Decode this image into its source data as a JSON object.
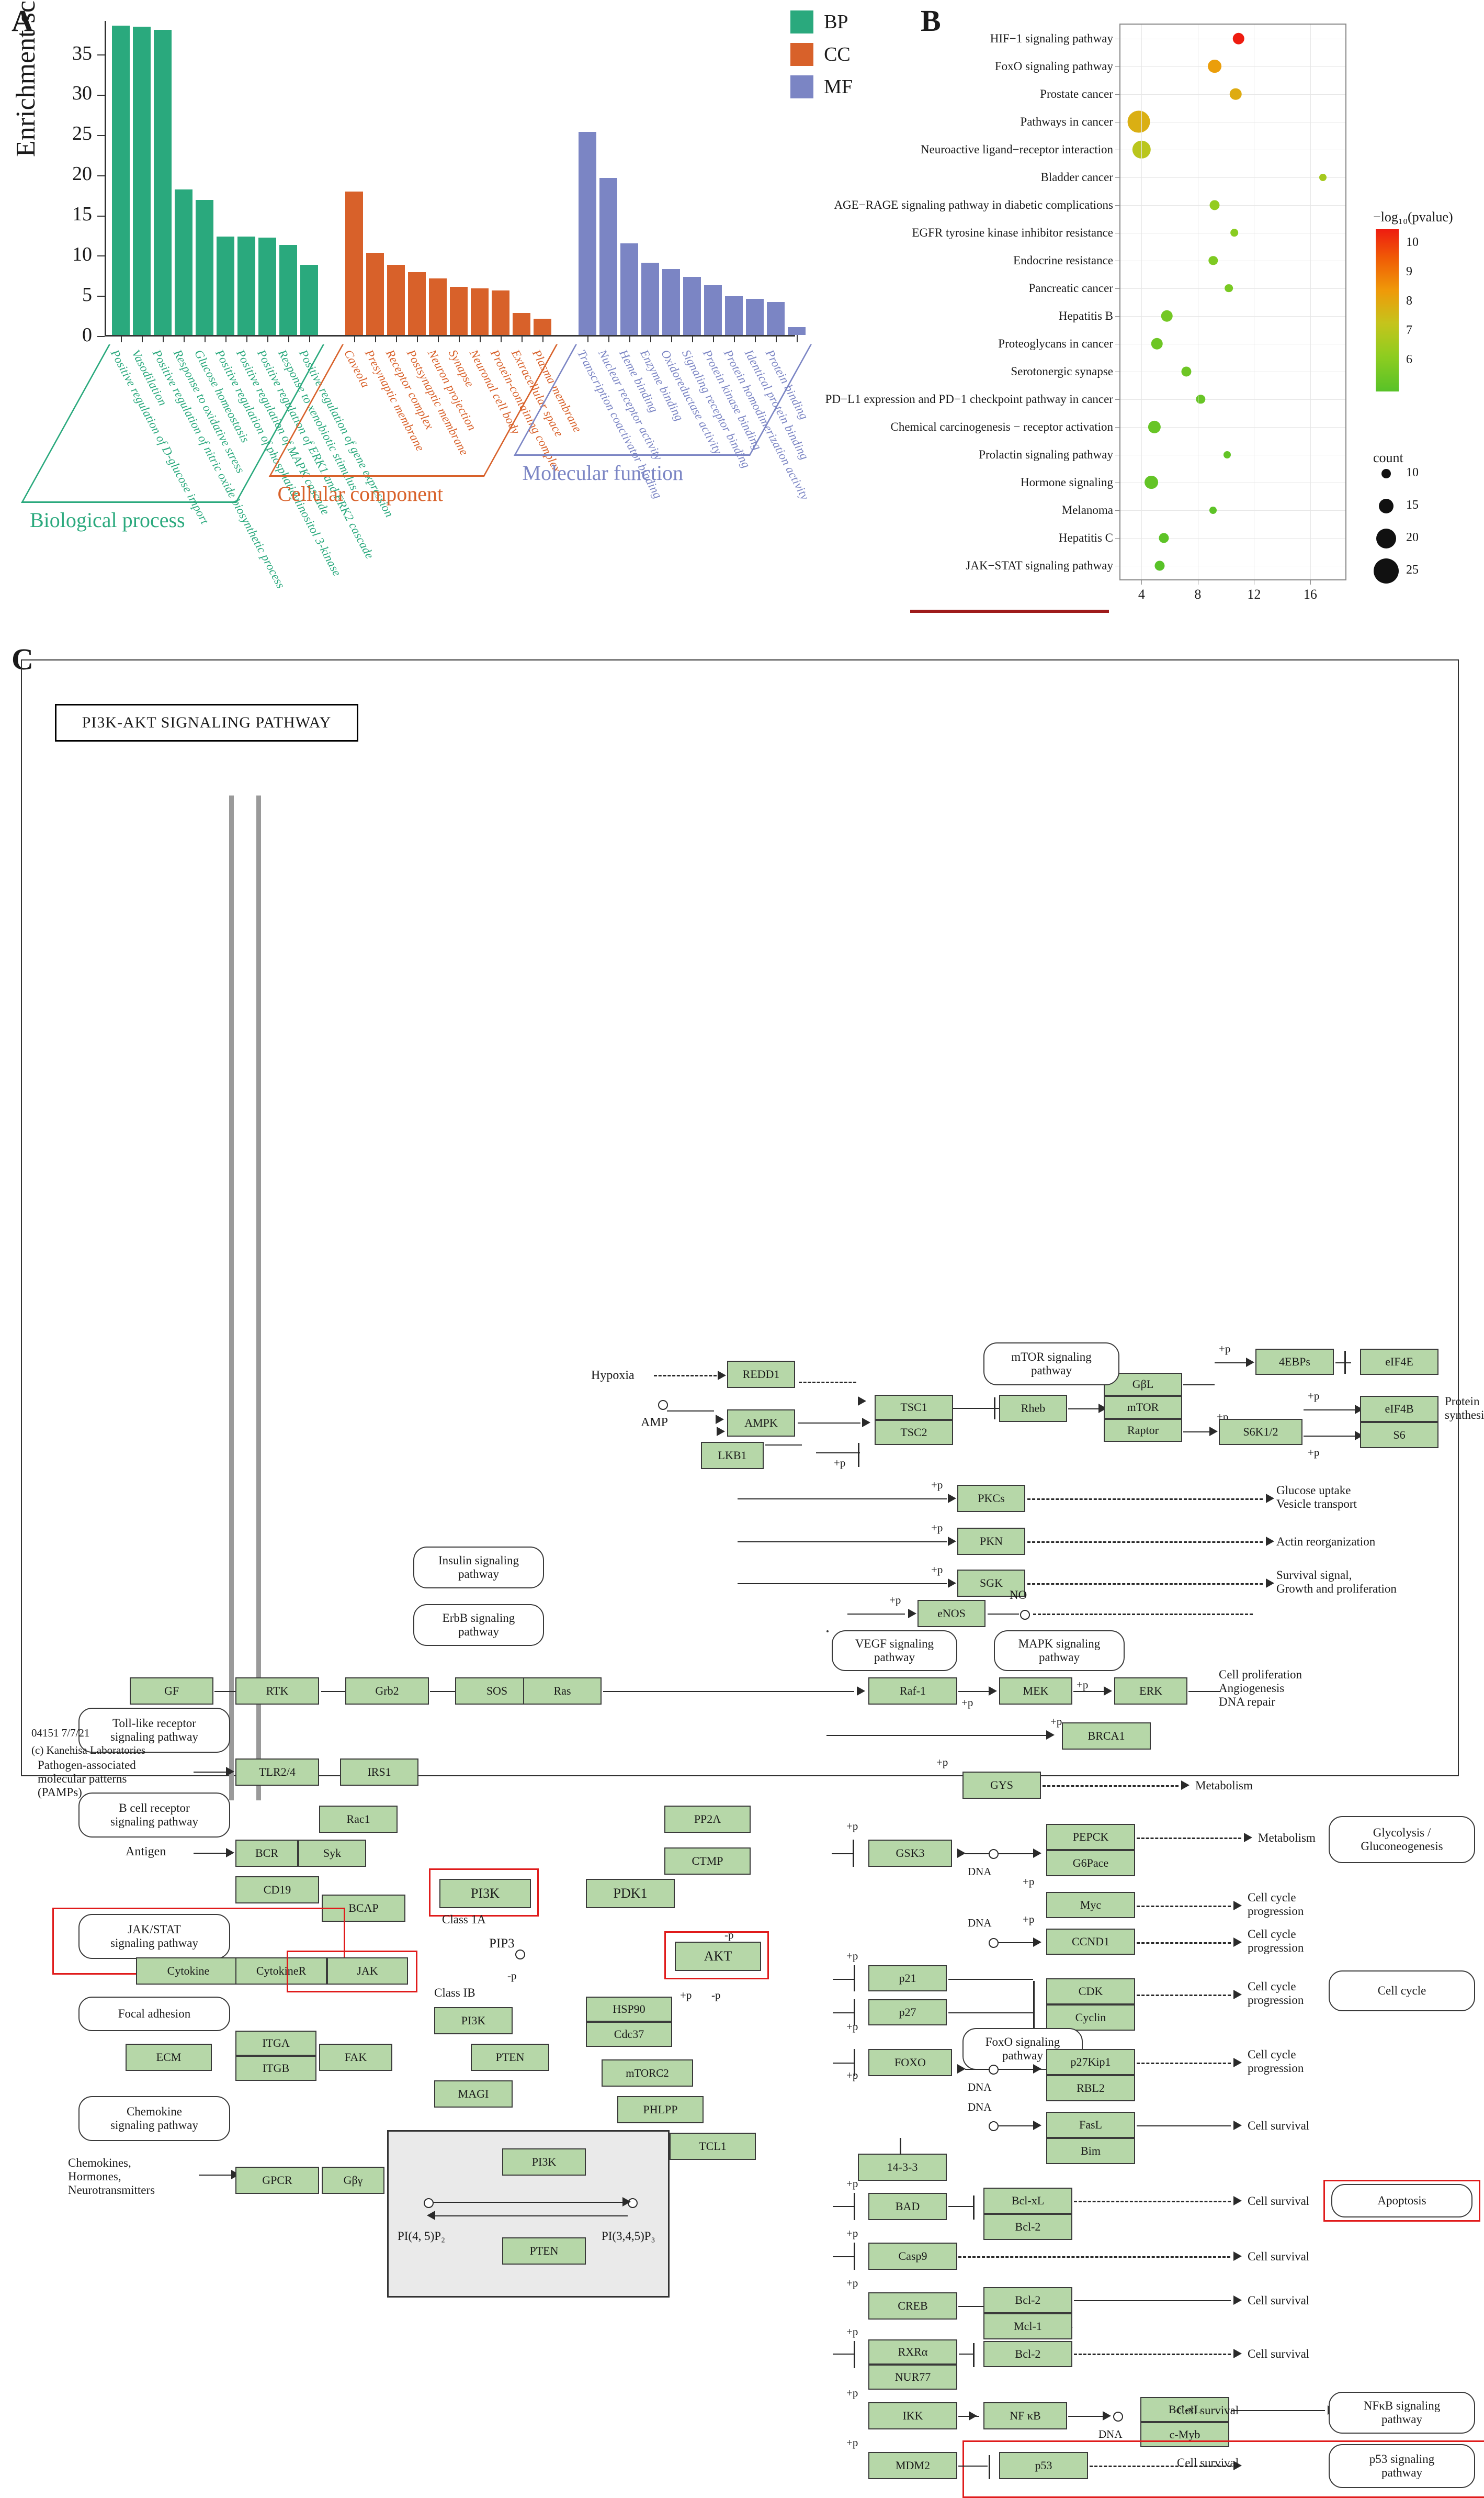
{
  "panels": {
    "a": "A",
    "b": "B",
    "c": "C"
  },
  "panelA": {
    "ylabel": "Enrichment score",
    "yticks": [
      "0",
      "5",
      "10",
      "15",
      "20",
      "25",
      "30",
      "35"
    ],
    "legend": [
      {
        "key": "BP",
        "color": "#2aa97d"
      },
      {
        "key": "CC",
        "color": "#d8612a"
      },
      {
        "key": "MF",
        "color": "#7b85c4"
      }
    ],
    "groups": [
      {
        "name": "Biological process",
        "color": "#2aa97d"
      },
      {
        "name": "Cellular component",
        "color": "#d8612a"
      },
      {
        "name": "Molecular function",
        "color": "#7b85c4"
      }
    ]
  },
  "panelB": {
    "xticks": [
      "4",
      "8",
      "12",
      "16"
    ],
    "colorbar": {
      "title": "−log₁₀(pvalue)",
      "ticks": [
        "10",
        "9",
        "8",
        "7",
        "6"
      ]
    },
    "size_legend": {
      "title": "count",
      "values": [
        "10",
        "15",
        "20",
        "25"
      ]
    }
  },
  "panelC": {
    "title": "PI3K-AKT  SIGNALING  PATHWAY",
    "footer_line1": "04151 7/7/21",
    "footer_line2": "(c) Kanehisa Laboratories",
    "nodes": {
      "hypoxia": "Hypoxia",
      "redd1": "REDD1",
      "amp": "AMP",
      "ampk": "AMPK",
      "lkb1": "LKB1",
      "tsc1": "TSC1",
      "tsc2": "TSC2",
      "rheb": "Rheb",
      "gbl": "GβL",
      "mtor": "mTOR",
      "raptor": "Raptor",
      "mtor_path": "mTOR signaling\npathway",
      "ebp": "4EBPs",
      "eif4e": "eIF4E",
      "s6k": "S6K1/2",
      "eif4b": "eIF4B",
      "s6": "S6",
      "protein_synth": "Protein\nsynthesis",
      "pkcs": "PKCs",
      "pkn": "PKN",
      "sgk": "SGK",
      "enos": "eNOS",
      "no": "NO",
      "glucose_uptake": "Glucose uptake\nVesicle transport",
      "actin": "Actin reorganization",
      "survival_growth": "Survival signal,\nGrowth and proliferation",
      "insulin_path": "Insulin signaling\npathway",
      "erbb_path": "ErbB signaling\npathway",
      "vegf_path": "VEGF signaling\npathway",
      "mapk_path": "MAPK signaling\npathway",
      "gf": "GF",
      "rtk": "RTK",
      "grb2": "Grb2",
      "sos": "SOS",
      "ras": "Ras",
      "raf1": "Raf-1",
      "mek": "MEK",
      "erk": "ERK",
      "brca1": "BRCA1",
      "cell_prolif": "Cell proliferation\nAngiogenesis\nDNA repair",
      "tlr_path": "Toll-like receptor\nsignaling pathway",
      "pamps": "Pathogen-associated\nmolecular patterns\n(PAMPs)",
      "tlr24": "TLR2/4",
      "irs1": "IRS1",
      "rac1": "Rac1",
      "bcell_path": "B cell receptor\nsignaling pathway",
      "antigen": "Antigen",
      "bcr": "BCR",
      "syk": "Syk",
      "cd19": "CD19",
      "bcap": "BCAP",
      "jakstat_path": "JAK/STAT\nsignaling pathway",
      "cytokine": "Cytokine",
      "cytokiner": "CytokineR",
      "jak": "JAK",
      "focal": "Focal adhesion",
      "ecm": "ECM",
      "itga": "ITGA",
      "itgb": "ITGB",
      "fak": "FAK",
      "chemokine_path": "Chemokine\nsignaling pathway",
      "chemokines": "Chemokines,\nHormones,\nNeurotransmitters",
      "gpcr": "GPCR",
      "gbg": "Gβγ",
      "pi3k": "PI3K",
      "class1a": "Class 1A",
      "class1b": "Class IB",
      "pi3k_b": "PI3K",
      "pten_b": "PTEN",
      "magi": "MAGI",
      "pip3": "PIP3",
      "pdk1": "PDK1",
      "pp2a": "PP2A",
      "ctmp": "CTMP",
      "akt": "AKT",
      "hsp90": "HSP90",
      "cdc37": "Cdc37",
      "mtorc2": "mTORC2",
      "phlpp": "PHLPP",
      "tcl1": "TCL1",
      "inset_pi3k": "PI3K",
      "inset_pten": "PTEN",
      "inset_left": "PI(4, 5)P₂",
      "inset_right": "PI(3,4,5)P₃",
      "gys": "GYS",
      "gsk3": "GSK3",
      "pepck": "PEPCK",
      "g6pace": "G6Pace",
      "myc": "Myc",
      "ccnd1": "CCND1",
      "p21": "p21",
      "p27": "p27",
      "cdk": "CDK",
      "cyclin": "Cyclin",
      "foxo": "FOXO",
      "foxo_path": "FoxO signaling\npathway",
      "p27kip1": "p27Kip1",
      "rbl2": "RBL2",
      "fasl": "FasL",
      "bim": "Bim",
      "w1433": "14-3-3",
      "bad": "BAD",
      "bclxl": "Bcl-xL",
      "bcl2": "Bcl-2",
      "casp9": "Casp9",
      "creb": "CREB",
      "bcl2b": "Bcl-2",
      "mcl1": "Mcl-1",
      "rxra": "RXRα",
      "nur77": "NUR77",
      "bcl2c": "Bcl-2",
      "ikk": "IKK",
      "nfkb": "NF κB",
      "bclxl2": "Bcl-xL",
      "cmyb": "c-Myb",
      "mdm2": "MDM2",
      "p53": "p53",
      "metabolism": "Metabolism",
      "cellcycle_prog": "Cell cycle\nprogression",
      "cell_survival": "Cell survival",
      "dna": "DNA",
      "glyco": "Glycolysis /\nGluconeogenesis",
      "cellcycle": "Cell cycle",
      "apoptosis": "Apoptosis",
      "nfkb_path": "NFκB signaling\npathway",
      "p53_path": "p53 signaling\npathway"
    }
  },
  "chart_data": [
    {
      "type": "bar",
      "title": "",
      "xlabel": "",
      "ylabel": "Enrichment score",
      "ylim": [
        0,
        39
      ],
      "grid": false,
      "legend_position": "top-right",
      "series": [
        {
          "name": "BP",
          "color": "#2aa97d",
          "group": "Biological process",
          "categories": [
            "Positive regulation of D-glucose import",
            "Vasodilation",
            "Positive regulation of nitric oxide biosynthetic process",
            "Response to oxidative stress",
            "Glucose homeostasis",
            "Positive regulation of phosphatidylinositol 3-kinase",
            "Positive regulation of MAPK cascade",
            "Positive regulation of ERK1 and ERK2 cascade",
            "Response to xenobiotic stimulus",
            "Positive regulation of gene expression"
          ],
          "values": [
            38.4,
            38.3,
            37.9,
            18.1,
            16.8,
            12.2,
            12.2,
            12.1,
            11.2,
            8.7
          ]
        },
        {
          "name": "CC",
          "color": "#d8612a",
          "group": "Cellular component",
          "categories": [
            "Caveola",
            "Presynaptic membrane",
            "Receptor complex",
            "Postsynaptic membrane",
            "Neuron projection",
            "Synapse",
            "Neuronal cell body",
            "Protein-containing complex",
            "Extracellular space",
            "Plasma membrane"
          ],
          "values": [
            17.8,
            10.2,
            8.7,
            7.8,
            7.0,
            6.0,
            5.8,
            5.5,
            2.7,
            2.0
          ]
        },
        {
          "name": "MF",
          "color": "#7b85c4",
          "group": "Molecular function",
          "categories": [
            "Transcription coactivator binding",
            "Nuclear receptor activity",
            "Heme binding",
            "Enzyme binding",
            "Oxidoreductase activity",
            "Signaling receptor binding",
            "Protein kinase binding",
            "Protein homodimerization activity",
            "Identical protein binding",
            "Protein binding"
          ],
          "values": [
            25.2,
            19.5,
            11.4,
            9.0,
            8.2,
            7.2,
            6.2,
            4.8,
            4.5,
            4.1,
            1.0
          ]
        }
      ]
    },
    {
      "type": "scatter",
      "subtype": "dotplot",
      "title": "",
      "xlabel": "",
      "ylabel": "",
      "xlim": [
        2.5,
        18.5
      ],
      "grid": true,
      "color_scale": {
        "label": "−log₁₀(pvalue)",
        "min": 5.4,
        "max": 10.4,
        "stops": [
          "#58c228",
          "#8fcd20",
          "#c5c41c",
          "#ef9a09",
          "#f05c06",
          "#ee1c10"
        ]
      },
      "size_scale": {
        "label": "count",
        "breaks": [
          10,
          15,
          20,
          25
        ]
      },
      "points": [
        {
          "pathway": "HIF−1 signaling pathway",
          "x": 10.9,
          "count": 13,
          "neglog10p": 10.4
        },
        {
          "pathway": "FoxO signaling pathway",
          "x": 9.2,
          "count": 15,
          "neglog10p": 8.3
        },
        {
          "pathway": "Prostate cancer",
          "x": 10.7,
          "count": 13,
          "neglog10p": 8.0
        },
        {
          "pathway": "Pathways in cancer",
          "x": 3.8,
          "count": 25,
          "neglog10p": 7.9
        },
        {
          "pathway": "Neuroactive ligand−receptor interaction",
          "x": 4.0,
          "count": 20,
          "neglog10p": 7.2
        },
        {
          "pathway": "Bladder cancer",
          "x": 16.9,
          "count": 8,
          "neglog10p": 6.8
        },
        {
          "pathway": "AGE−RAGE signaling pathway in diabetic complications",
          "x": 9.2,
          "count": 11,
          "neglog10p": 6.5
        },
        {
          "pathway": "EGFR tyrosine kinase inhibitor resistance",
          "x": 10.6,
          "count": 9,
          "neglog10p": 6.3
        },
        {
          "pathway": "Endocrine resistance",
          "x": 9.1,
          "count": 10,
          "neglog10p": 6.1
        },
        {
          "pathway": "Pancreatic cancer",
          "x": 10.2,
          "count": 9,
          "neglog10p": 6.0
        },
        {
          "pathway": "Hepatitis B",
          "x": 5.8,
          "count": 13,
          "neglog10p": 5.9
        },
        {
          "pathway": "Proteoglycans in cancer",
          "x": 5.1,
          "count": 13,
          "neglog10p": 5.8
        },
        {
          "pathway": "Serotonergic synapse",
          "x": 7.2,
          "count": 11,
          "neglog10p": 5.8
        },
        {
          "pathway": "PD−L1 expression and PD−1 checkpoint pathway in cancer",
          "x": 8.2,
          "count": 10,
          "neglog10p": 5.7
        },
        {
          "pathway": "Chemical carcinogenesis − receptor activation",
          "x": 4.9,
          "count": 14,
          "neglog10p": 5.7
        },
        {
          "pathway": "Prolactin signaling pathway",
          "x": 10.1,
          "count": 8,
          "neglog10p": 5.6
        },
        {
          "pathway": "Hormone signaling",
          "x": 4.7,
          "count": 15,
          "neglog10p": 5.6
        },
        {
          "pathway": "Melanoma",
          "x": 9.1,
          "count": 8,
          "neglog10p": 5.5
        },
        {
          "pathway": "Hepatitis C",
          "x": 5.6,
          "count": 11,
          "neglog10p": 5.5
        },
        {
          "pathway": "JAK−STAT signaling pathway",
          "x": 5.3,
          "count": 11,
          "neglog10p": 5.4
        }
      ]
    }
  ]
}
